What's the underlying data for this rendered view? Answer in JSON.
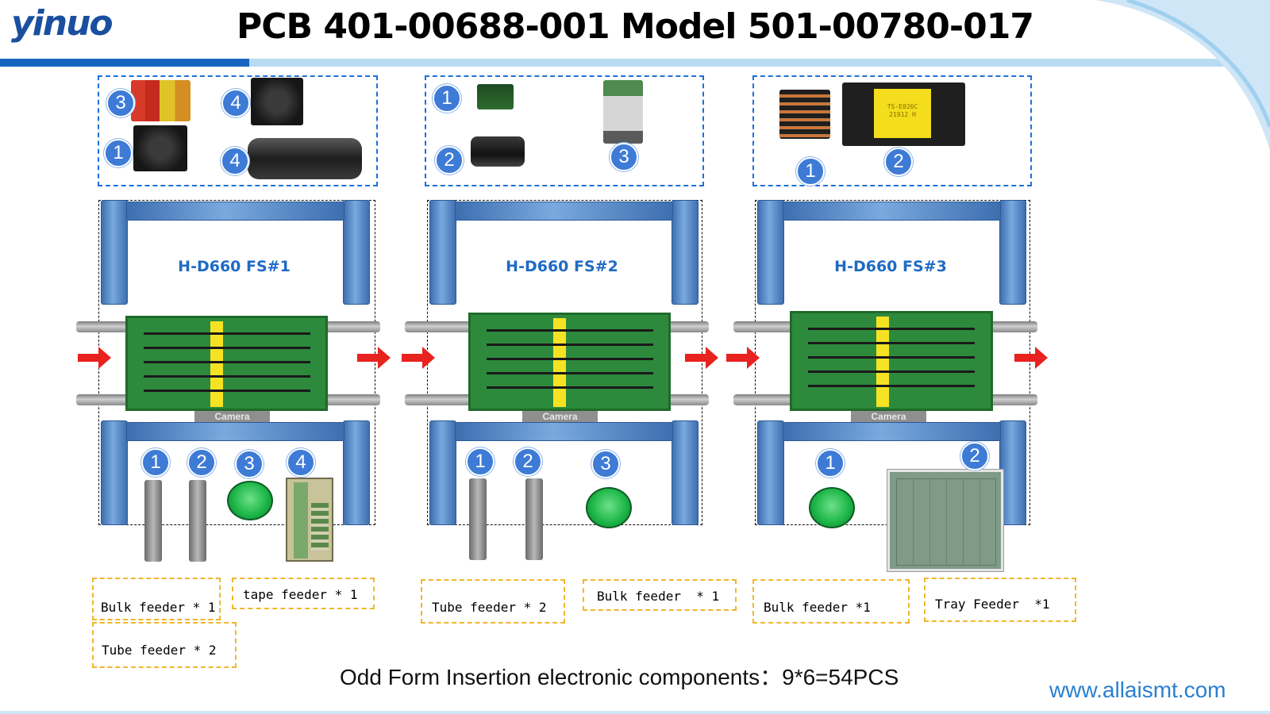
{
  "header": {
    "logo_text": "yinuo",
    "title": "PCB 401-00688-001 Model 501-00780-017"
  },
  "stations": [
    {
      "label": "H-D660 FS#1",
      "camera_label": "Camera",
      "component_badges": [
        "3",
        "4",
        "1",
        "4"
      ],
      "feeder_badges": [
        "1",
        "2",
        "3",
        "4"
      ],
      "feeders": [
        "Bulk feeder * 1",
        "tape feeder * 1",
        "Tube feeder * 2"
      ]
    },
    {
      "label": "H-D660 FS#2",
      "camera_label": "Camera",
      "component_badges": [
        "1",
        "2",
        "3"
      ],
      "feeder_badges": [
        "1",
        "2",
        "3"
      ],
      "feeders": [
        "Tube feeder * 2",
        "Bulk feeder  * 1"
      ]
    },
    {
      "label": "H-D660 FS#3",
      "camera_label": "Camera",
      "component_badges": [
        "1",
        "2"
      ],
      "component_marking": "TS-E026C\n21912 H",
      "feeder_badges": [
        "1",
        "2"
      ],
      "feeders": [
        "Bulk feeder *1",
        "Tray Feeder  *1"
      ]
    }
  ],
  "footer": {
    "summary": "Odd Form Insertion electronic components：9*6=54PCS",
    "url": "www.allaismt.com"
  },
  "colors": {
    "brand_blue": "#1565c0",
    "light_blue": "#b7dcf2",
    "badge_blue": "#3e7bd6",
    "arrow_red": "#e8231f",
    "feeder_border": "#f2b62a",
    "station_label": "#1f6bc4"
  }
}
